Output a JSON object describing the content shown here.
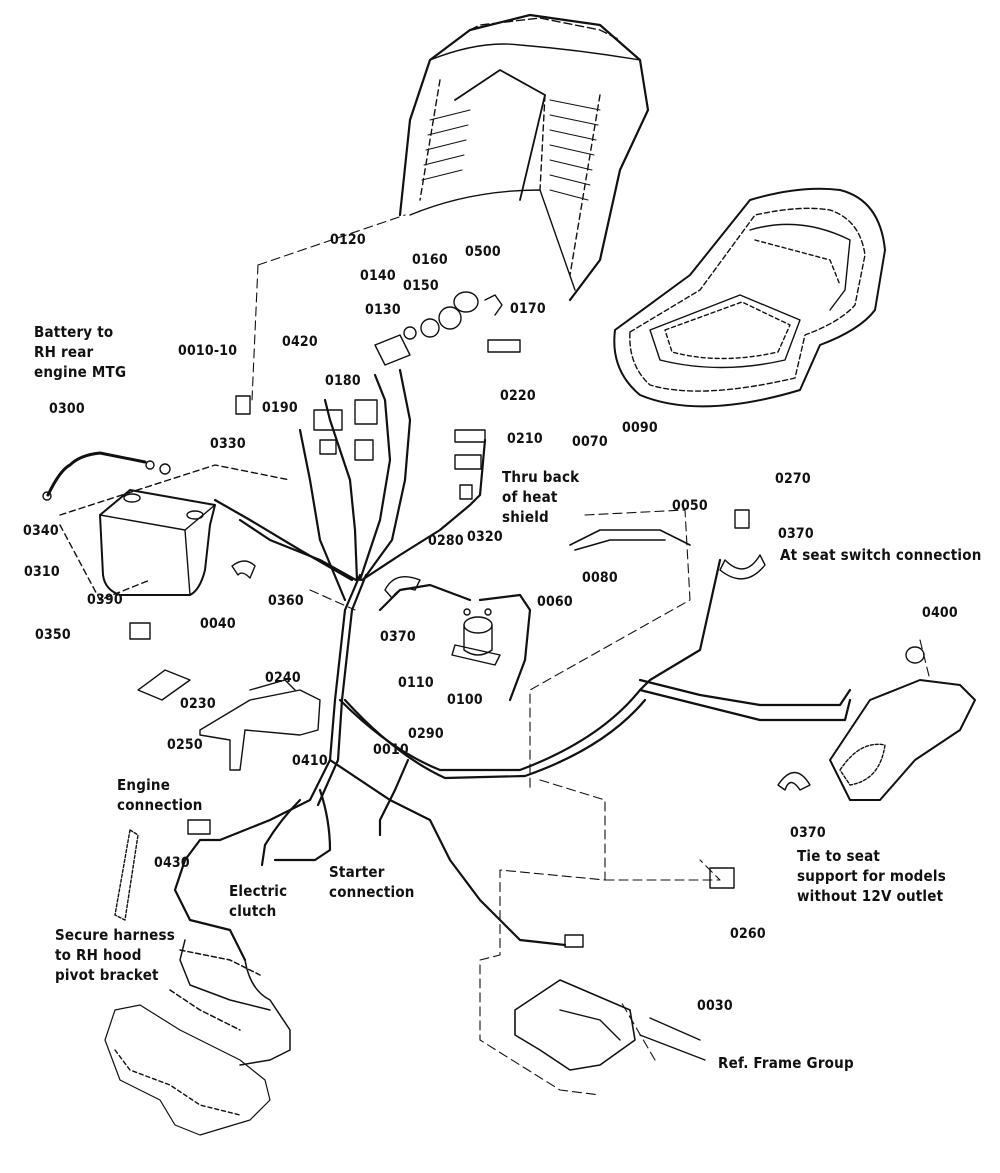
{
  "part_labels": {
    "p0010_10": "0010-10",
    "p0010": "0010",
    "p0030": "0030",
    "p0040": "0040",
    "p0050": "0050",
    "p0060": "0060",
    "p0070": "0070",
    "p0080": "0080",
    "p0090": "0090",
    "p0100": "0100",
    "p0110": "0110",
    "p0120": "0120",
    "p0130": "0130",
    "p0140": "0140",
    "p0150": "0150",
    "p0160": "0160",
    "p0170": "0170",
    "p0180": "0180",
    "p0190": "0190",
    "p0210": "0210",
    "p0220": "0220",
    "p0230": "0230",
    "p0240": "0240",
    "p0250": "0250",
    "p0260": "0260",
    "p0270": "0270",
    "p0280": "0280",
    "p0290": "0290",
    "p0300": "0300",
    "p0310": "0310",
    "p0320": "0320",
    "p0330": "0330",
    "p0340": "0340",
    "p0350": "0350",
    "p0360": "0360",
    "p0370_a": "0370",
    "p0370_b": "0370",
    "p0370_c": "0370",
    "p0390": "0390",
    "p0400": "0400",
    "p0410": "0410",
    "p0420": "0420",
    "p0430": "0430",
    "p0500": "0500"
  },
  "notes": {
    "battery_mtg": [
      "Battery to",
      "RH rear",
      "engine MTG"
    ],
    "heat_shield": [
      "Thru back",
      "of heat",
      "shield"
    ],
    "seat_switch": [
      "At seat switch connection"
    ],
    "engine_connection": [
      "Engine",
      "connection"
    ],
    "electric_clutch": [
      "Electric",
      "clutch"
    ],
    "starter_connection": [
      "Starter",
      "connection"
    ],
    "secure_harness": [
      "Secure harness",
      "to RH hood",
      "pivot bracket"
    ],
    "tie_seat_support": [
      "Tie to seat",
      "support for models",
      "without 12V outlet"
    ],
    "ref_frame": [
      "Ref. Frame Group"
    ]
  }
}
